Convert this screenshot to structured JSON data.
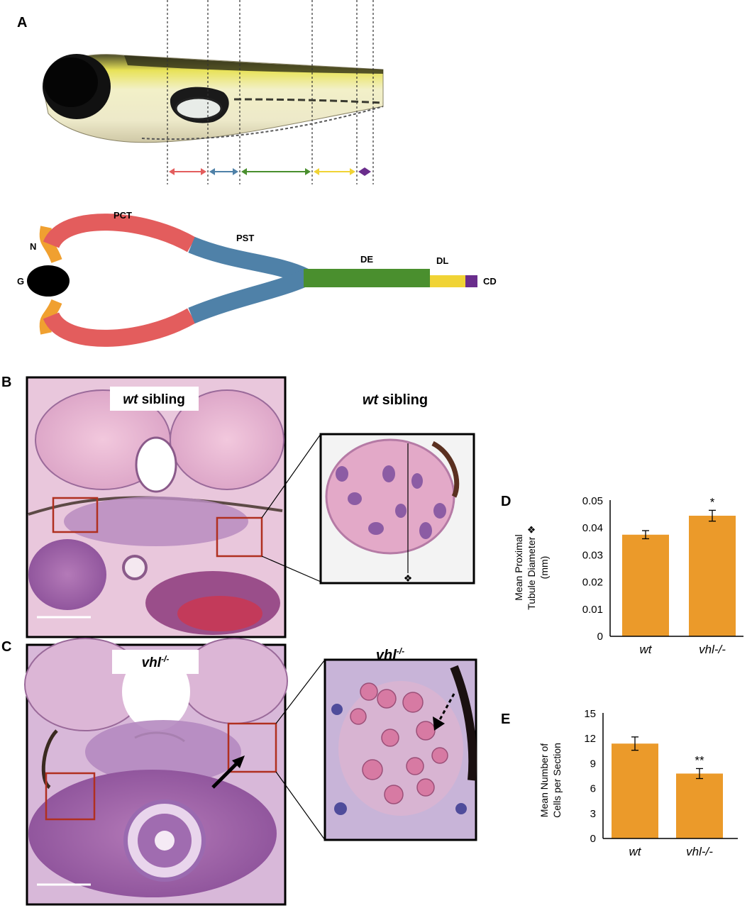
{
  "panel_letters": {
    "a": "A",
    "b": "B",
    "c": "C",
    "d": "D",
    "e": "E"
  },
  "panel_a": {
    "segment_labels": {
      "n": "N",
      "g": "G",
      "pct": "PCT",
      "pst": "PST",
      "de": "DE",
      "dl": "DL",
      "cd": "CD"
    },
    "segment_colors": {
      "n": "#f0a030",
      "pct": "#e35d5d",
      "pst": "#4f81a8",
      "de": "#4a8f2e",
      "dl": "#f0d335",
      "cd": "#6a2d8c",
      "g": "#000000"
    }
  },
  "panel_b": {
    "label_italic": "wt",
    "label_rest": "sibling",
    "marker_glyph": "❖"
  },
  "panel_c": {
    "label_italic": "vhl",
    "label_sup": "-/-"
  },
  "bar_color": "#eb9a2a",
  "chart_data": [
    {
      "type": "bar",
      "categories": [
        "wt",
        "vhl-/-"
      ],
      "values": [
        0.0375,
        0.0445
      ],
      "errors": [
        0.0015,
        0.002
      ],
      "ylabel_line1": "Mean Proximal",
      "ylabel_line2": "Tubule Diameter ❖",
      "ylabel_line3": "(mm)",
      "ylim": [
        0,
        0.05
      ],
      "yticks": [
        "0",
        "0.01",
        "0.02",
        "0.03",
        "0.04",
        "0.05"
      ],
      "significance": [
        "",
        "*"
      ]
    },
    {
      "type": "bar",
      "categories": [
        "wt",
        "vhl-/-"
      ],
      "values": [
        11.4,
        7.8
      ],
      "errors": [
        0.8,
        0.6
      ],
      "ylabel_line1": "Mean Number of",
      "ylabel_line2": "Cells per Section",
      "ylim": [
        0,
        15
      ],
      "yticks": [
        "0",
        "3",
        "6",
        "9",
        "12",
        "15"
      ],
      "significance": [
        "",
        "**"
      ]
    }
  ]
}
